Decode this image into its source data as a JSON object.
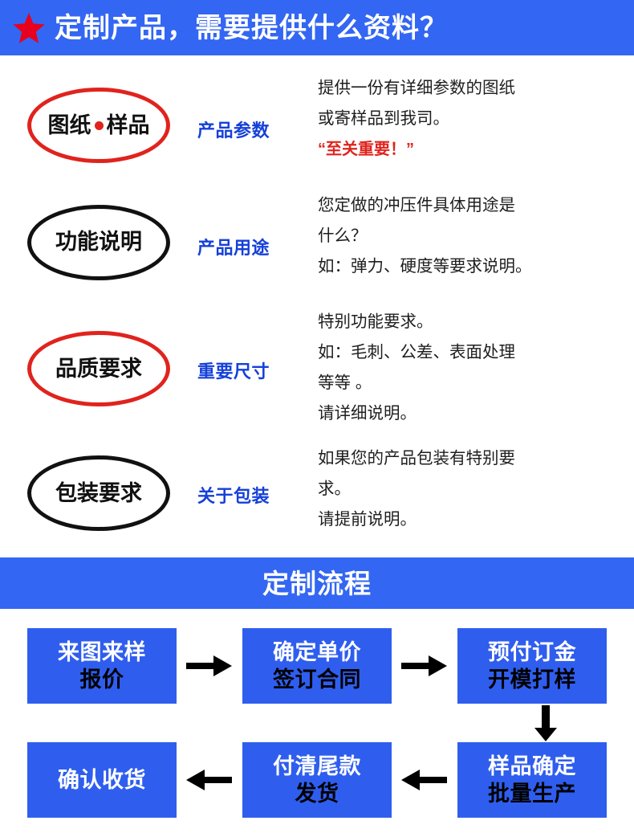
{
  "header": {
    "star_icon": "star-icon",
    "title": "定制产品，需要提供什么资料？"
  },
  "requirements": [
    {
      "oval_color": "#e0231d",
      "oval_text_left": "图纸",
      "oval_separator": "red-dot",
      "oval_text_right": "样品",
      "tag": "产品参数",
      "lines": [
        {
          "text": "提供一份有详细参数的图纸",
          "style": "normal"
        },
        {
          "text": "或寄样品到我司。",
          "style": "normal"
        },
        {
          "text": "“至关重要！”",
          "style": "emphasis-red"
        }
      ]
    },
    {
      "oval_color": "#111111",
      "oval_text_left": "功能说明",
      "oval_separator": "none",
      "oval_text_right": "",
      "tag": "产品用途",
      "lines": [
        {
          "text": "您定做的冲压件具体用途是",
          "style": "normal"
        },
        {
          "text": "什么？",
          "style": "normal"
        },
        {
          "text": "如：弹力、硬度等要求说明。",
          "style": "normal"
        }
      ]
    },
    {
      "oval_color": "#e0231d",
      "oval_text_left": "品质要求",
      "oval_separator": "none",
      "oval_text_right": "",
      "tag": "重要尺寸",
      "lines": [
        {
          "text": "特别功能要求。",
          "style": "normal"
        },
        {
          "text": "如：毛刺、公差、表面处理",
          "style": "normal"
        },
        {
          "text": "等等 。",
          "style": "normal"
        },
        {
          "text": "请详细说明。",
          "style": "normal"
        }
      ]
    },
    {
      "oval_color": "#111111",
      "oval_text_left": "包装要求",
      "oval_separator": "none",
      "oval_text_right": "",
      "tag": "关于包装",
      "lines": [
        {
          "text": "如果您的产品包装有特别要",
          "style": "normal"
        },
        {
          "text": "求。",
          "style": "normal"
        },
        {
          "text": "请提前说明。",
          "style": "normal"
        }
      ]
    }
  ],
  "flow": {
    "title": "定制流程",
    "row1": [
      {
        "line1": "来图来样",
        "line2": "报价"
      },
      {
        "line1": "确定单价",
        "line2": "签订合同"
      },
      {
        "line1": "预付订金",
        "line2": "开模打样"
      }
    ],
    "row2": [
      {
        "line1": "确认收货",
        "line2": ""
      },
      {
        "line1": "付清尾款",
        "line2": "发货"
      },
      {
        "line1": "样品确定",
        "line2": "批量生产"
      }
    ],
    "arrows": {
      "row1_arrow1": "arrow-right-icon",
      "row1_arrow2": "arrow-right-icon",
      "vertical": "arrow-down-icon",
      "row2_arrow1": "arrow-left-icon",
      "row2_arrow2": "arrow-left-icon"
    }
  },
  "colors": {
    "banner_blue": "#3366f2",
    "box_blue": "#2f5eee",
    "accent_red": "#e0231d",
    "tag_blue": "#1540d9"
  }
}
